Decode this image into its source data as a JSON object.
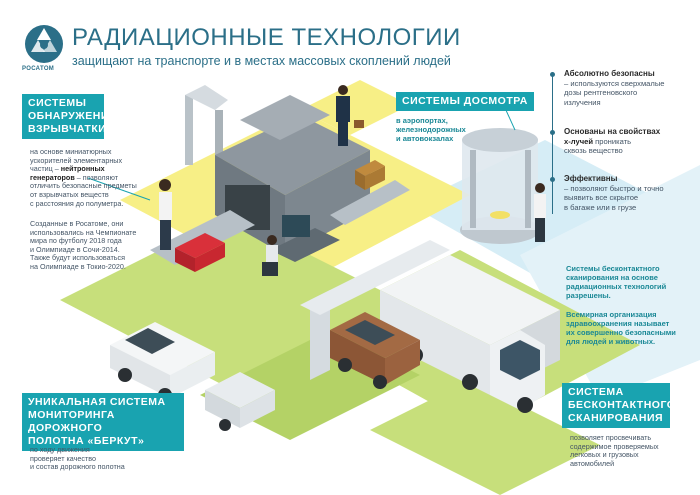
{
  "header": {
    "logo_text": "РОСАТОМ",
    "title": "РАДИАЦИОННЫЕ ТЕХНОЛОГИИ",
    "subtitle": "защищают на транспорте и в местах массовых скоплений людей"
  },
  "explosives": {
    "tag_lines": [
      "СИСТЕМЫ",
      "ОБНАРУЖЕНИЯ",
      "ВЗРЫВЧАТКИ"
    ],
    "desc_1": "на основе миниатюрных",
    "desc_2": "ускорителей элементарных",
    "desc_3": "частиц –",
    "desc_3b": "нейтронных",
    "desc_4": "генераторов",
    "desc_4b": "– позволяют",
    "desc_5": "отличить безопасные предметы",
    "desc_6": "от взрывчатых веществ",
    "desc_7": "с расстояния до полуметра.",
    "extra_1": "Созданные в Росатоме, они",
    "extra_2": "использовались на Чемпионате",
    "extra_3": "мира по футболу 2018 года",
    "extra_4": "и Олимпиаде в Сочи-2014.",
    "extra_5": "Также будут использоваться",
    "extra_6": "на Олимпиаде в Токио-2020."
  },
  "inspection": {
    "tag": "СИСТЕМЫ ДОСМОТРА",
    "places_1": "в аэропортах,",
    "places_2": "железнодорожных",
    "places_3": "и автовокзалах"
  },
  "features": [
    {
      "title": "Абсолютно безопасны",
      "lines": [
        "– используются сверхмалые",
        "дозы рентгеновского",
        "излучения"
      ]
    },
    {
      "title": "Основаны на свойствах",
      "title2": "x-лучей",
      "lines_after": "проникать",
      "lines": [
        "сквозь вещество"
      ]
    },
    {
      "title": "Эффективны",
      "lines": [
        "– позволяют быстро и точно",
        "выявить все скрытое",
        "в багаже или в грузе"
      ]
    }
  ],
  "contactless_note": {
    "p1": [
      "Системы бесконтактного",
      "сканирования на основе",
      "радиационных технологий",
      "разрешены."
    ],
    "p2": [
      "Всемирная организация",
      "здравоохранения называет",
      "их совершенно безопасными",
      "для людей и животных."
    ]
  },
  "berkut": {
    "tag_lines": [
      "УНИКАЛЬНАЯ СИСТЕМА",
      "МОНИТОРИНГА ДОРОЖНОГО",
      "ПОЛОТНА «БЕРКУТ»"
    ],
    "desc": [
      "по ходу движения",
      "проверяет качество",
      "и состав дорожного полотна"
    ]
  },
  "scanning": {
    "tag_lines": [
      "СИСТЕМА",
      "БЕСКОНТАКТНОГО",
      "СКАНИРОВАНИЯ"
    ],
    "desc": [
      "позволяет просвечивать",
      "содержимое проверяемых",
      "легковых и грузовых",
      "автомобилей"
    ]
  },
  "colors": {
    "teal": "#19a3b0",
    "yellow_floor": "#f9f08a",
    "green_floor": "#c5e07a",
    "blue_floor": "#cfe9f4",
    "accent": "#2b6f88"
  }
}
